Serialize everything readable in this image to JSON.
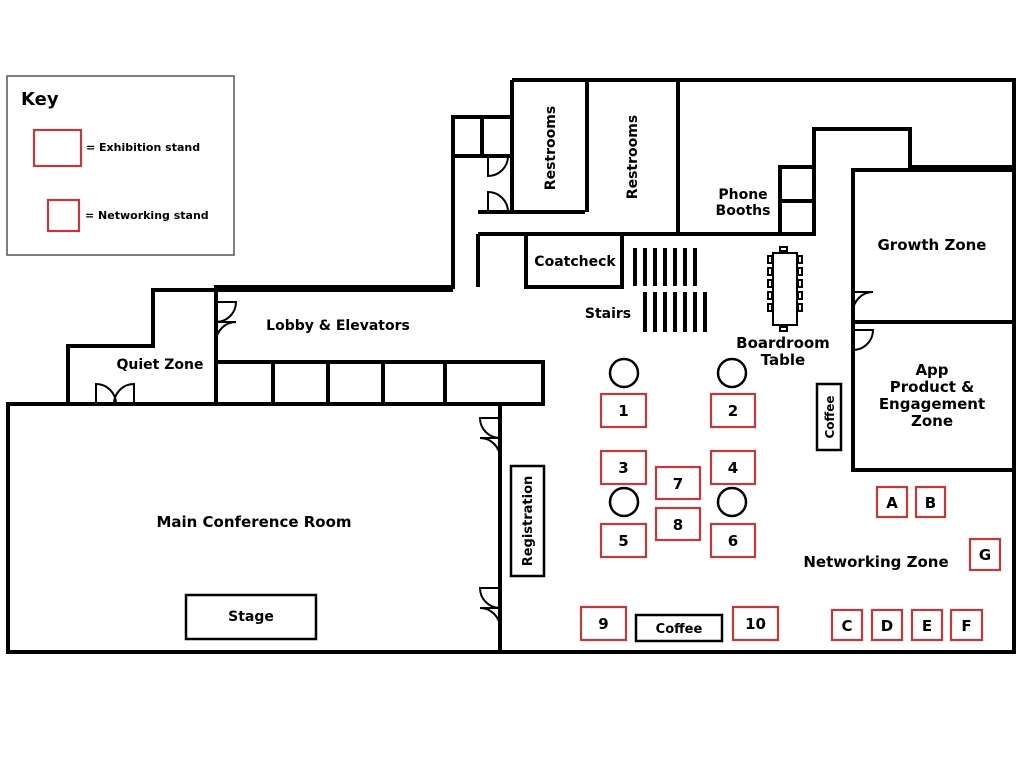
{
  "key": {
    "title": "Key",
    "exhibition_label": "= Exhibition stand",
    "networking_label": "= Networking stand",
    "stand_color": "#c0393b"
  },
  "rooms": {
    "restrooms_1": "Restrooms",
    "restrooms_2": "Restrooms",
    "phone_booths_line1": "Phone",
    "phone_booths_line2": "Booths",
    "coatcheck": "Coatcheck",
    "stairs": "Stairs",
    "lobby": "Lobby & Elevators",
    "quiet_zone": "Quiet Zone",
    "boardroom_line1": "Boardroom",
    "boardroom_line2": "Table",
    "growth_zone": "Growth Zone",
    "app_zone_line1": "App",
    "app_zone_line2": "Product &",
    "app_zone_line3": "Engagement",
    "app_zone_line4": "Zone",
    "coffee_vertical": "Coffee",
    "coffee_horizontal": "Coffee",
    "main_conference": "Main Conference Room",
    "stage": "Stage",
    "registration": "Registration",
    "networking_zone": "Networking Zone"
  },
  "exhibition_stands": [
    "1",
    "2",
    "3",
    "4",
    "5",
    "6",
    "7",
    "8",
    "9",
    "10"
  ],
  "networking_stands": [
    "A",
    "B",
    "C",
    "D",
    "E",
    "F",
    "G"
  ]
}
